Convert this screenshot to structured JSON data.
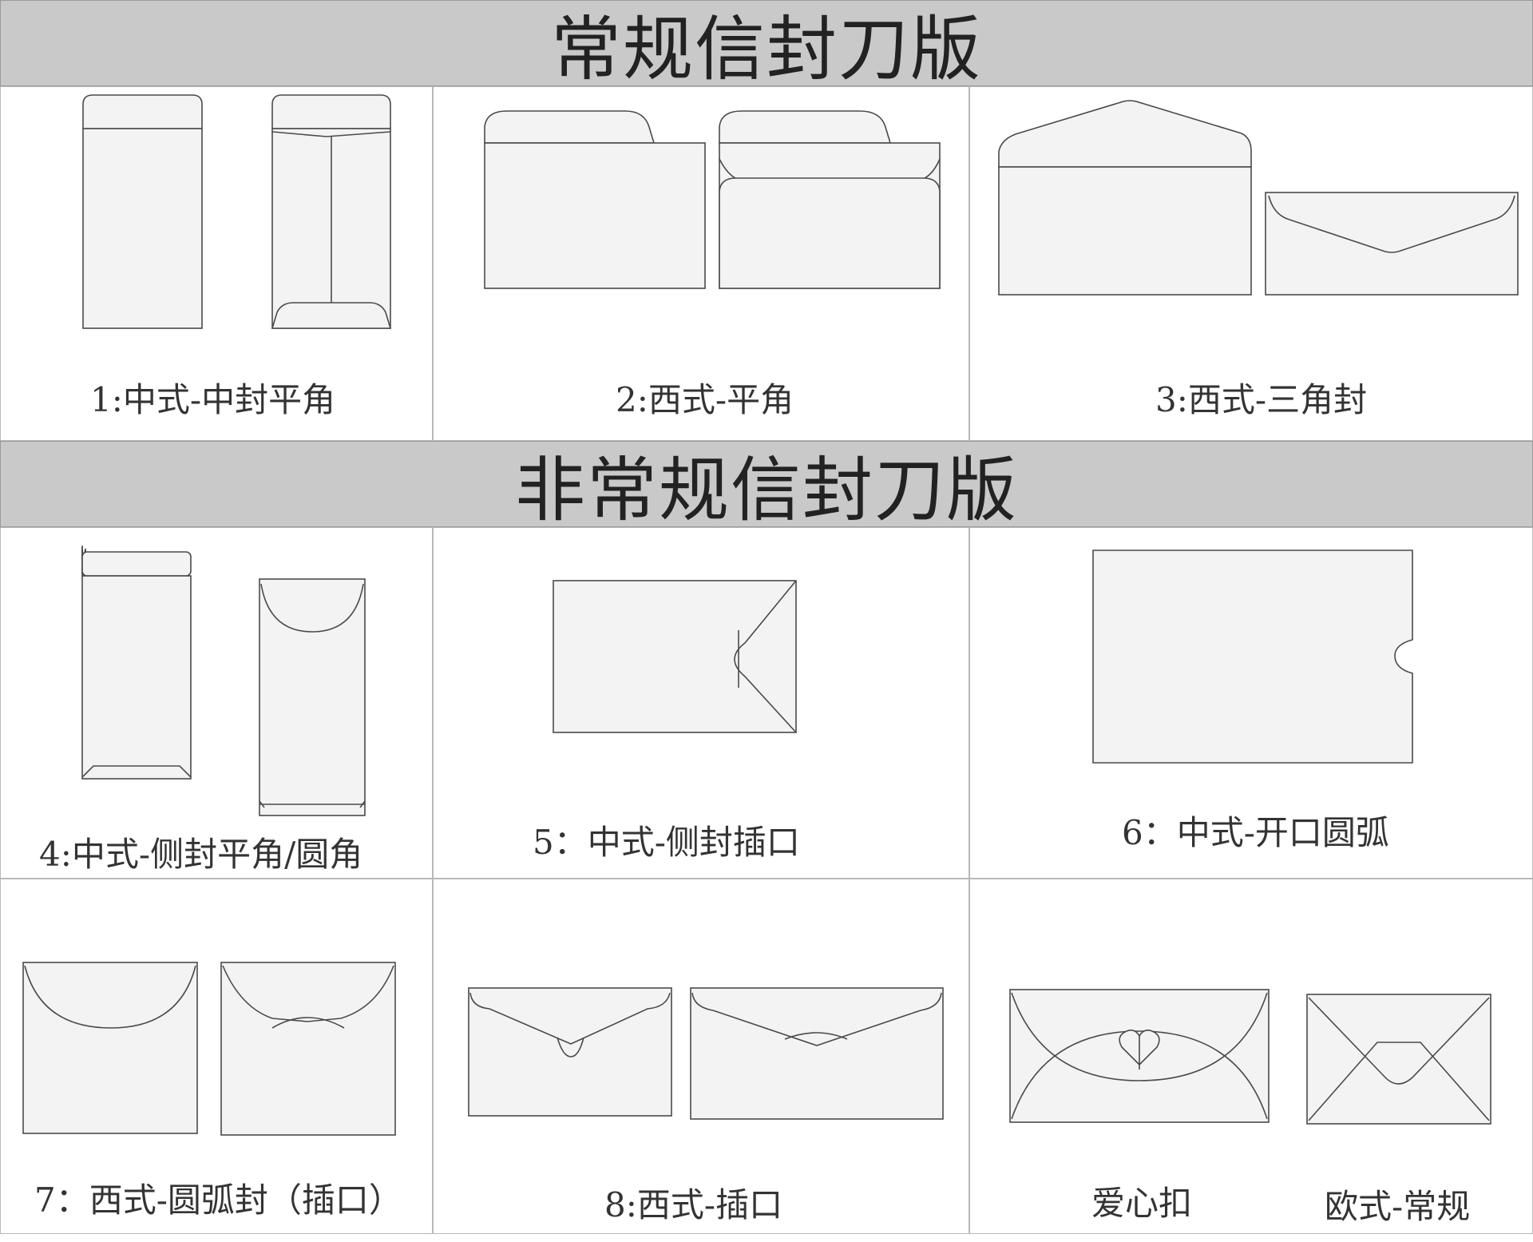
{
  "banners": {
    "regular": "常规信封刀版",
    "irregular": "非常规信封刀版"
  },
  "captions": {
    "c1": "1:中式-中封平角",
    "c2": "2:西式-平角",
    "c3": "3:西式-三角封",
    "c4": "4:中式-侧封平角/圆角",
    "c5": "5：中式-侧封插口",
    "c6": "6：中式-开口圆弧",
    "c7": "7：西式-圆弧封（插口）",
    "c8": "8:西式-插口",
    "c9a": "爱心扣",
    "c9b": "欧式-常规"
  }
}
